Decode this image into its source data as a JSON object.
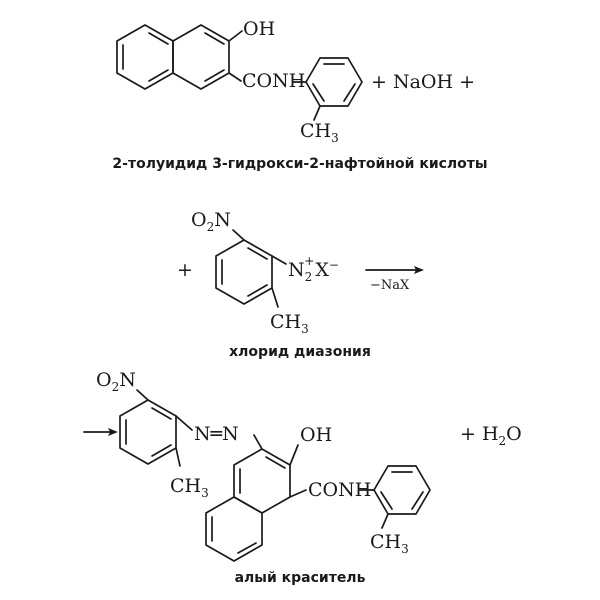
{
  "reactant1": {
    "oh": "OH",
    "conh": "CONH",
    "ch3": "CH",
    "ch3_sub": "3",
    "plus_naoh": "+ NaOH +",
    "caption": "2-толуидид 3-гидрокси-2-нафтойной кислоты"
  },
  "reactant2": {
    "plus": "+",
    "no2_o": "O",
    "no2_sub": "2",
    "no2_n": "N",
    "n2": "N",
    "n2_sub": "2",
    "n2_sup": "+",
    "x": "X",
    "x_sup": "−",
    "arrow_label": "−NaX",
    "ch3": "CH",
    "ch3_sub": "3",
    "caption": "хлорид диазония"
  },
  "product": {
    "no2_o": "O",
    "no2_sub": "2",
    "no2_n": "N",
    "azo": "N═N",
    "oh": "OH",
    "conh": "CONH",
    "ch3_a": "CH",
    "ch3_a_sub": "3",
    "ch3_b": "CH",
    "ch3_b_sub": "3",
    "plus_h2o": "+ H",
    "h2o_sub": "2",
    "h2o_o": "O",
    "caption": "алый краситель"
  }
}
